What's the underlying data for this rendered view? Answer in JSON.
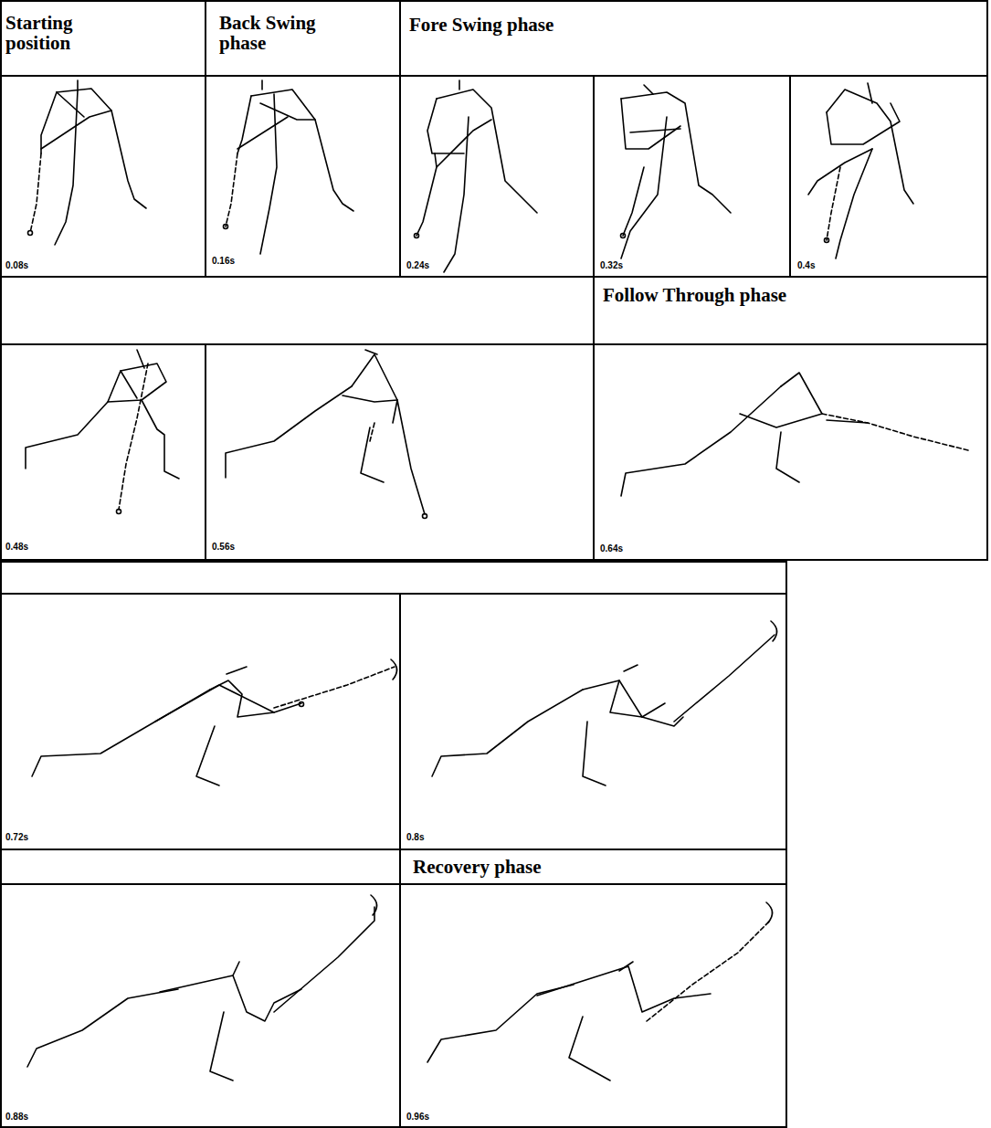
{
  "diagram": {
    "labels": [
      "Starting position",
      "Back Swing phase",
      "Fore Swing phase",
      "0.08s",
      "0.16s",
      "0.24s",
      "0.32s",
      "0.4s",
      "Follow Through phase",
      "0.48s",
      "0.56s",
      "0.64s",
      "0.72s",
      "0.8s",
      "Recovery phase",
      "0.88s",
      "0.96s"
    ]
  }
}
